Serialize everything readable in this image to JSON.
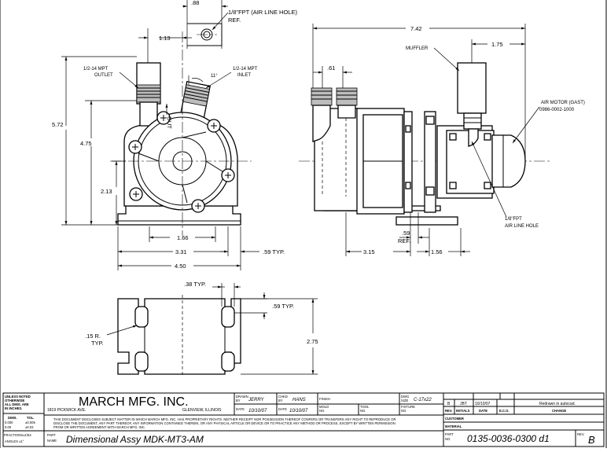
{
  "drawing": {
    "front_view": {
      "dims": {
        "outlet_offset": "1.13",
        "angle": "11°",
        "overall_height": "5.72",
        "center_height_inlet": "4.75",
        "center_height": "2.13",
        "bolt_spacing": "1.66",
        "base_inner": "3.31",
        "base_width": "4.50",
        "slot": ".59 TYP."
      },
      "callouts": {
        "outlet": [
          "1/2-14 MPT",
          "OUTLET"
        ],
        "inlet": [
          "1/2-14 MPT",
          "INLET"
        ],
        "air_hole": [
          "1/8\"FPT (AIR LINE HOLE)",
          "REF."
        ],
        "air_hole_dim": ".88",
        "flow_arrow": "OUT"
      }
    },
    "side_view": {
      "dims": {
        "overall_length": "7.42",
        "muffler_offset": "1.75",
        "port_width": ".61",
        "ref_dim": ".59",
        "ref_label": "REF.",
        "base_to_center": "3.15",
        "motor_foot": "1.56"
      },
      "callouts": {
        "muffler": "MUFFLER",
        "air_motor": [
          "AIR MOTOR (GAST)",
          "0986-0002-1000"
        ],
        "air_line": [
          "1/8\"FPT",
          "AIR LINE HOLE"
        ]
      }
    },
    "base_view": {
      "dims": {
        "slot_width": ".38 TYP.",
        "slot_depth": ".59 TYP.",
        "radius": [
          ".15 R.",
          "TYP."
        ],
        "depth": "2.75"
      }
    }
  },
  "title_block": {
    "tolerances": {
      "heading": [
        "UNLESS NOTED",
        "OTHERWISE",
        "ALL DIMS. ARE",
        "IN INCHES."
      ],
      "col_dims": "DIMS.",
      "col_tol": "TOL.",
      "rows": [
        [
          "0.000",
          "±0.005"
        ],
        [
          "0.00",
          "±0.03"
        ]
      ],
      "fractions": "FRACTIONS±1/64",
      "angles": "ANGLES ±1°"
    },
    "company": "MARCH MFG. INC.",
    "address": "1819 PICKWICK AVE.",
    "city": "GLENVIEW, ILLINOIS",
    "drawn_by_label": [
      "DRAWN",
      "BY"
    ],
    "drawn_by": "JERRY",
    "chkd_by_label": [
      "CHKD",
      "BY"
    ],
    "chkd_by": "HANS",
    "date_label": "DATE",
    "drawn_date": "10/10/07",
    "chkd_date": "10/10/07",
    "finish_label": "FINISH",
    "mold_label": [
      "MOLD",
      "NO."
    ],
    "tool_label": [
      "TOOL",
      "NO."
    ],
    "dwg_size_label": [
      "DWG",
      "SIZE"
    ],
    "dwg_size": "C-17x22",
    "fixture_label": [
      "FIXTURE",
      "NO."
    ],
    "notice": [
      "THIS DOCUMENT DISCLOSES SUBJECT MATTER IN WHICH MARCH MFG. INC. HAS PROPRIETARY RIGHTS. NEITHER RECEIPT NOR POSSESSION THEREOF CONFERS OR TRANSFERS ANY RIGHT TO REPRODUCE OR",
      "DISCLOSE THE DOCUMENT, ANY PART THEREOF, ANY INFORMATION CONTAINED THEREIN, OR ANY PHYSICAL ARTICLE OR DEVICE OR TO PRACTICE ANY METHOD OR PROCESS, EXCEPT BY WRITTEN PERMISSION",
      "FROM OR WRITTEN AGREEMENT WITH MARCH MFG. INC."
    ],
    "part_name_label": [
      "PART",
      "NAME"
    ],
    "part_name": "Dimensional Assy MDK-MT3-AM",
    "revision": {
      "rev": "B",
      "initials": "JBT",
      "date": "10/10/07",
      "change": "Redrawn in autocad.",
      "headers": [
        "REV.",
        "INITIALS",
        "DATE",
        "E.C.O.",
        "CHANGE"
      ]
    },
    "customer_label": "CUSTOMER",
    "material_label": "MATERIAL",
    "part_no_label": [
      "PART",
      "NO."
    ],
    "part_no": "0135-0036-0300 d1",
    "rev_label": "REV.",
    "rev_value": "B"
  }
}
